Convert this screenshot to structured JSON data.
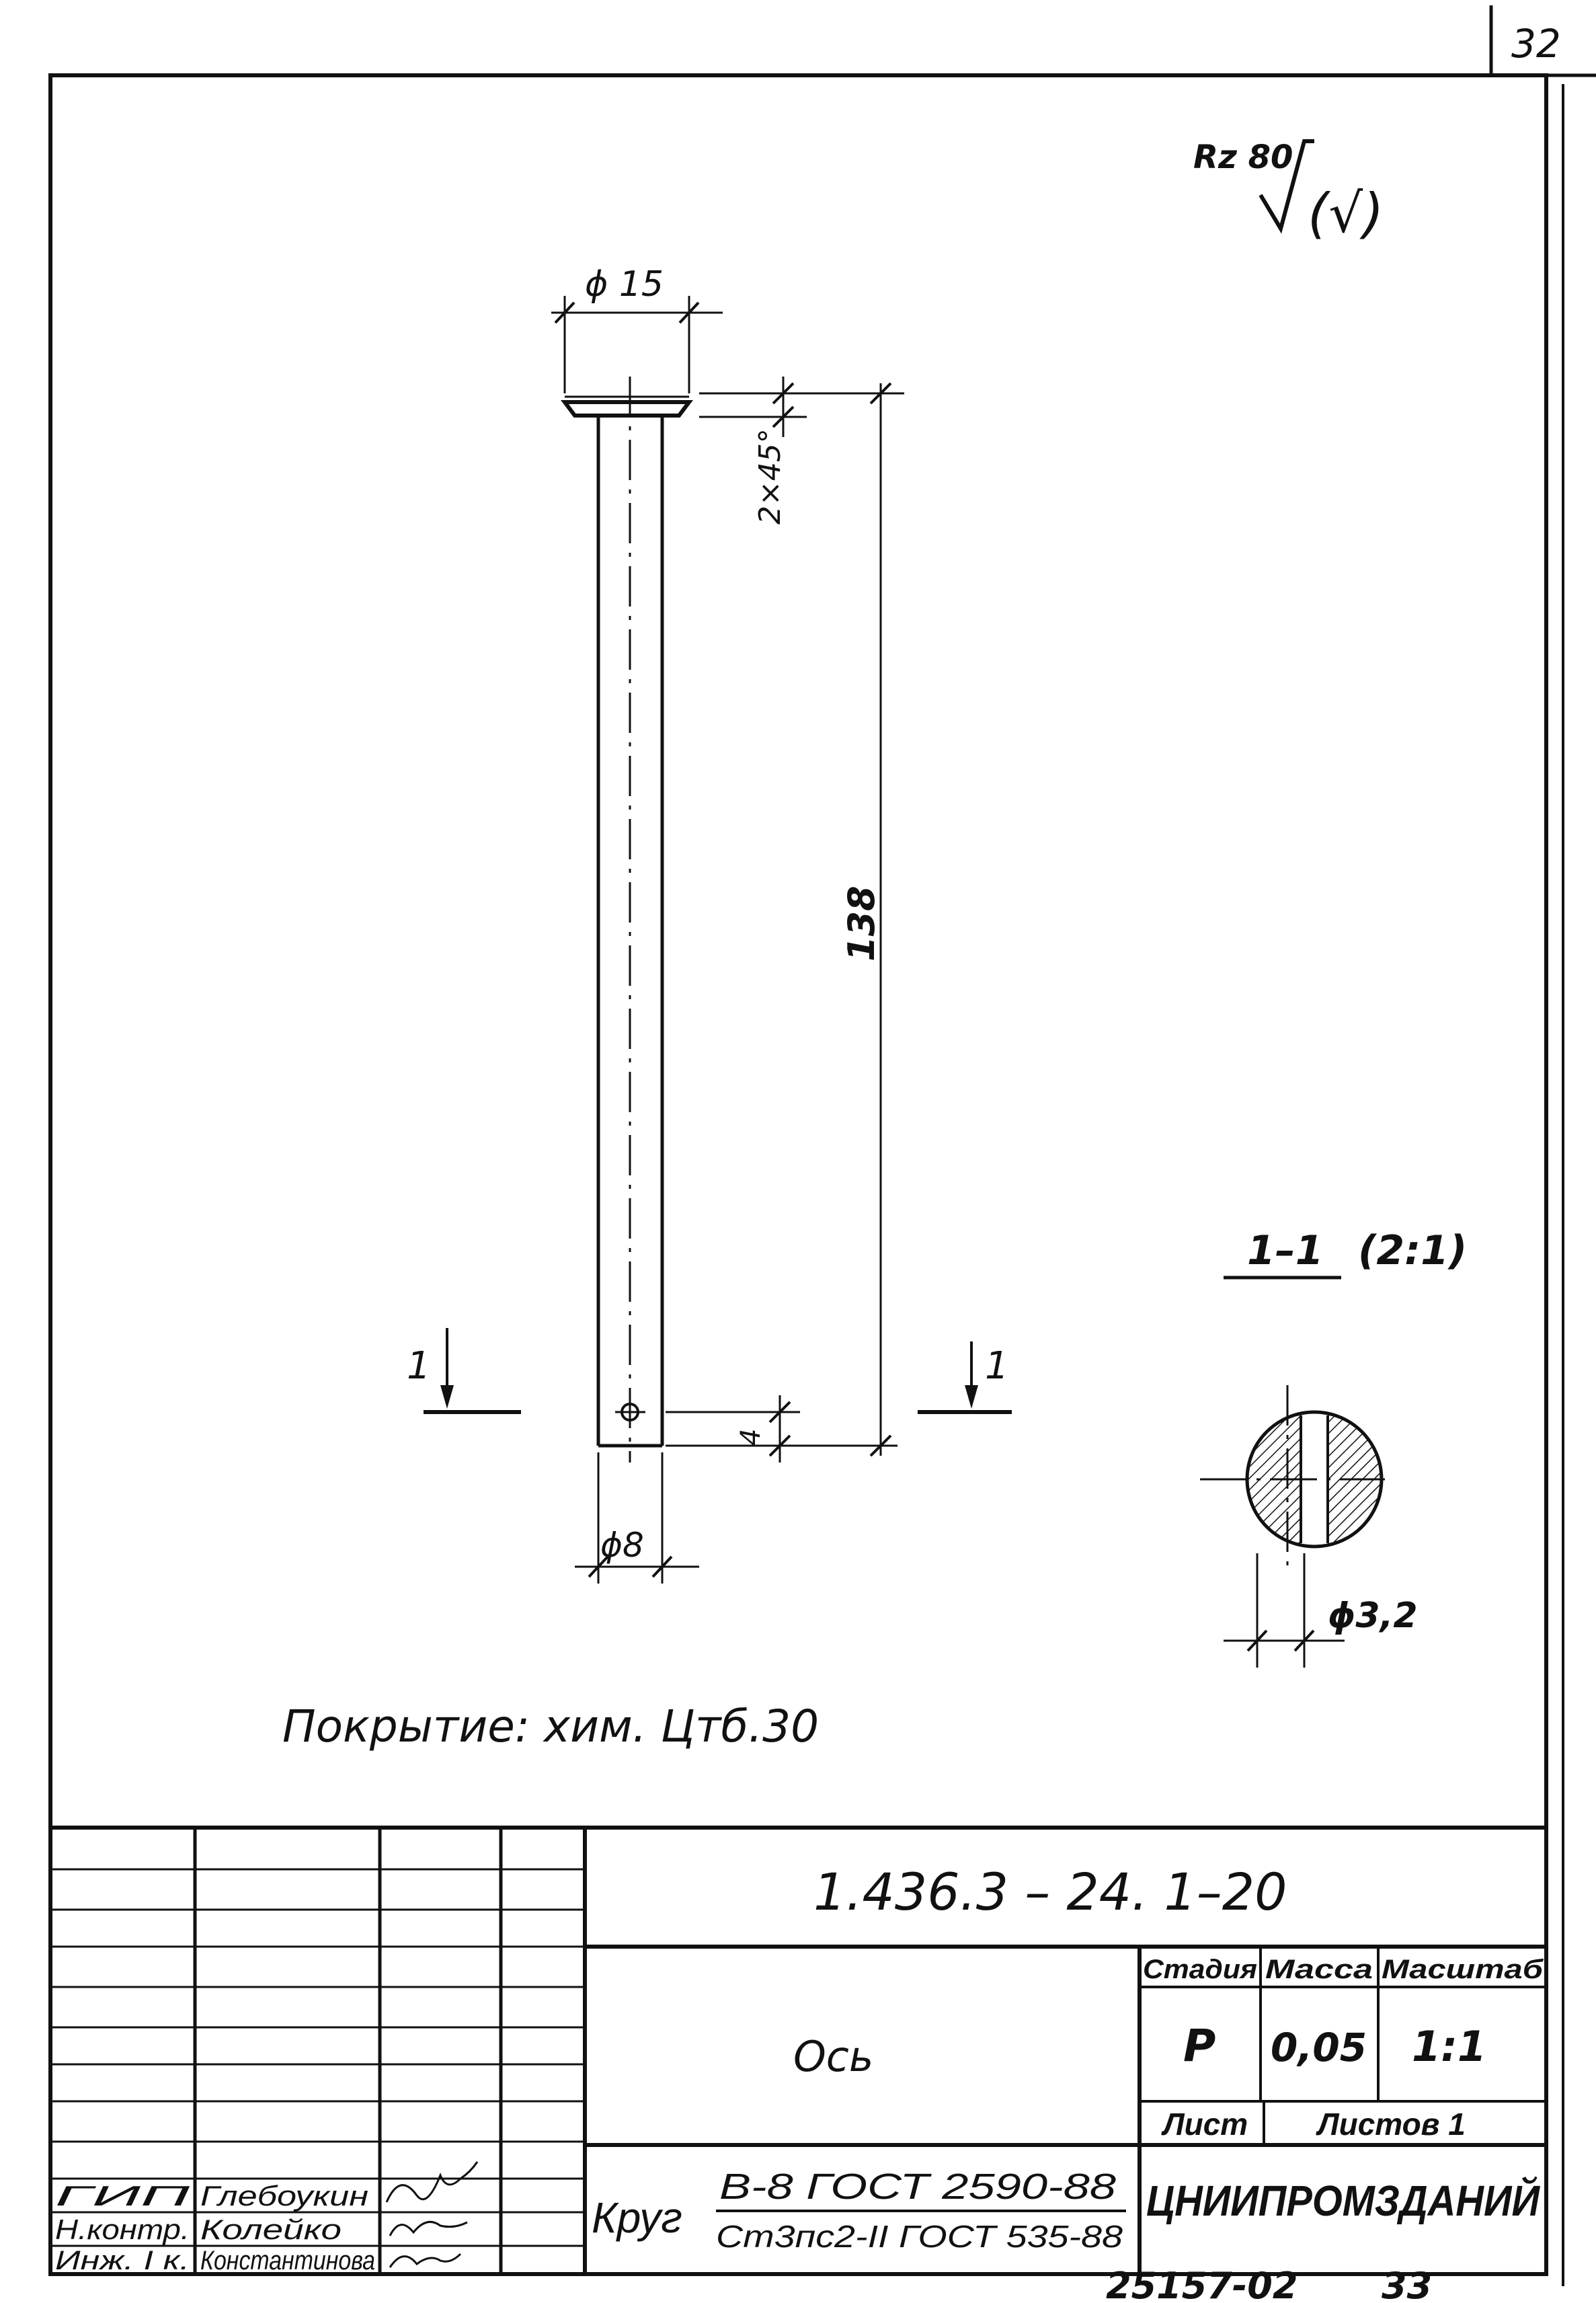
{
  "sheet_number": "32",
  "roughness": {
    "symbol": "Rz 80",
    "general_mark": "(√)"
  },
  "dimensions": {
    "head_diameter": "ϕ 15",
    "chamfer": "2×45°",
    "length": "138",
    "hole_offset": "4",
    "shaft_diameter": "ϕ8",
    "hole_diameter": "ϕ3,2"
  },
  "section": {
    "cut_label_left": "1",
    "cut_label_right": "1",
    "title": "1–1",
    "scale": "(2:1)"
  },
  "coating_note": "Покрытие: хим. Цтб.30",
  "title_block": {
    "designation": "1.436.3 – 24. 1–20",
    "part_name": "Ось",
    "headers": {
      "stage": "Стадия",
      "mass": "Масса",
      "scale": "Масштаб"
    },
    "values": {
      "stage": "Р",
      "mass": "0,05",
      "scale": "1:1"
    },
    "sheet_label": "Лист",
    "sheets_label": "Листов 1",
    "organization": "ЦНИИПРОМЗДАНИЙ",
    "material_prefix": "Круг",
    "material_top": "В-8 ГОСТ 2590-88",
    "material_bottom": "Ст3пс2-II ГОСТ 535-88",
    "signatures": [
      {
        "role": "ГИП",
        "name": "Глебоукин"
      },
      {
        "role": "Н.контр.",
        "name": "Колейко"
      },
      {
        "role": "Инж. I к.",
        "name": "Константинова"
      }
    ]
  },
  "footer": {
    "code": "25157-02",
    "page": "33"
  }
}
